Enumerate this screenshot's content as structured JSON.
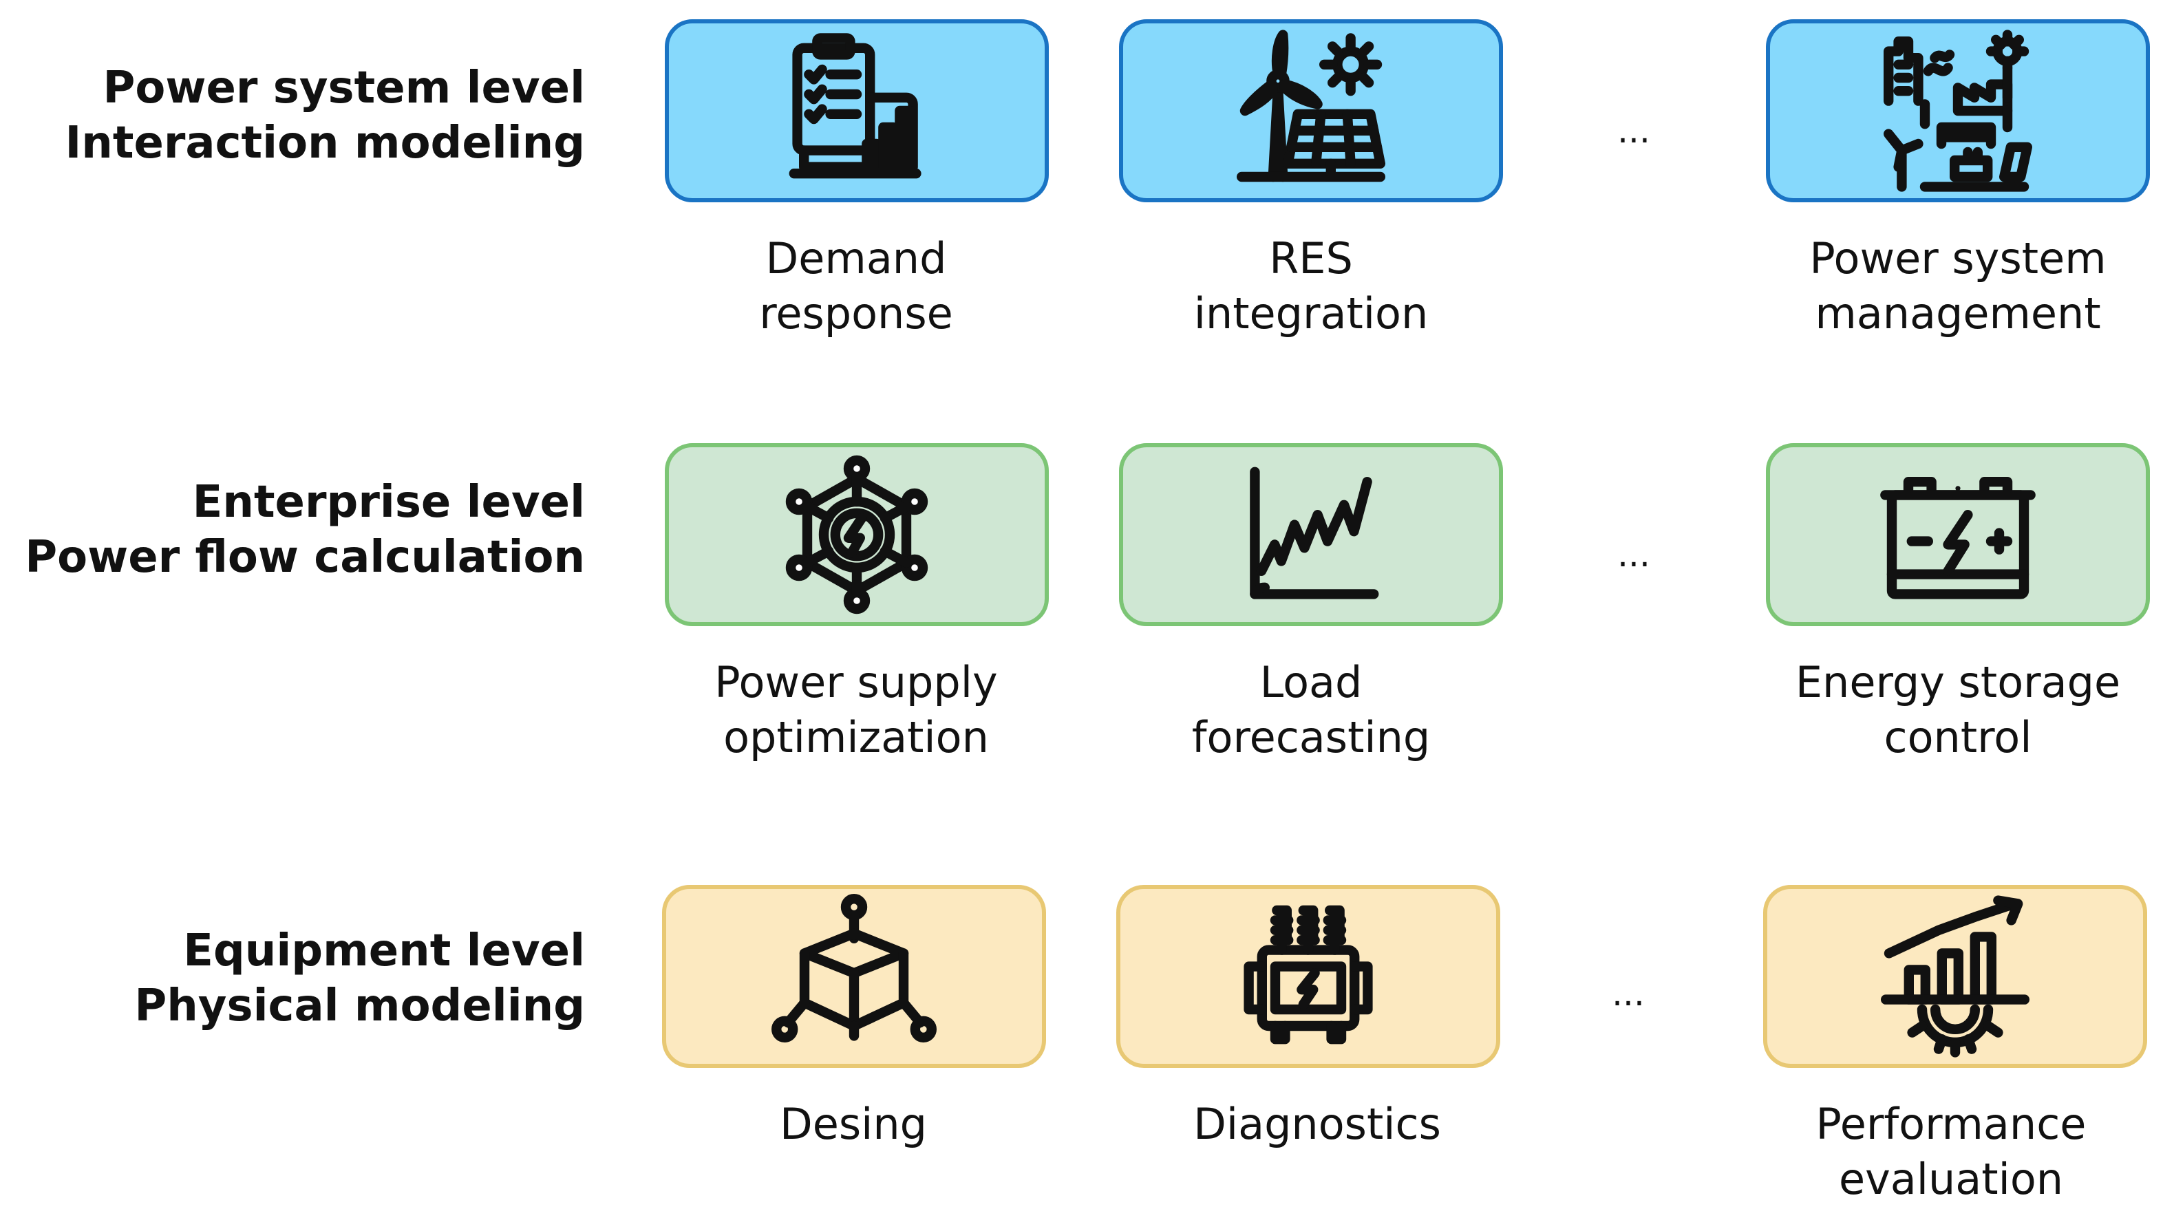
{
  "levels": [
    {
      "title_line1": "Power system level",
      "title_line2": "Interaction modeling",
      "cards": [
        {
          "icon": "checklist-chart-icon",
          "caption_line1": "Demand",
          "caption_line2": "response"
        },
        {
          "icon": "wind-solar-icon",
          "caption_line1": "RES",
          "caption_line2": "integration"
        },
        {
          "icon": "power-grid-icon",
          "caption_line1": "Power system",
          "caption_line2": "management"
        }
      ],
      "ellipsis": "..."
    },
    {
      "title_line1": "Enterprise level",
      "title_line2": "Power flow calculation",
      "cards": [
        {
          "icon": "energy-network-icon",
          "caption_line1": "Power supply",
          "caption_line2": "optimization"
        },
        {
          "icon": "line-chart-icon",
          "caption_line1": "Load",
          "caption_line2": "forecasting"
        },
        {
          "icon": "battery-icon",
          "caption_line1": "Energy storage",
          "caption_line2": "control"
        }
      ],
      "ellipsis": "..."
    },
    {
      "title_line1": "Equipment level",
      "title_line2": "Physical modeling",
      "cards": [
        {
          "icon": "cube-nodes-icon",
          "caption_line1": "Desing",
          "caption_line2": ""
        },
        {
          "icon": "transformer-icon",
          "caption_line1": "Diagnostics",
          "caption_line2": ""
        },
        {
          "icon": "growth-gear-icon",
          "caption_line1": "Performance",
          "caption_line2": "evaluation"
        }
      ],
      "ellipsis": "..."
    }
  ],
  "colors": {
    "top_fill": "#86d9fc",
    "top_border": "#1a74c4",
    "mid_fill": "#cfe7d3",
    "mid_border": "#7cc575",
    "bot_fill": "#fce9c0",
    "bot_border": "#e8c873"
  }
}
